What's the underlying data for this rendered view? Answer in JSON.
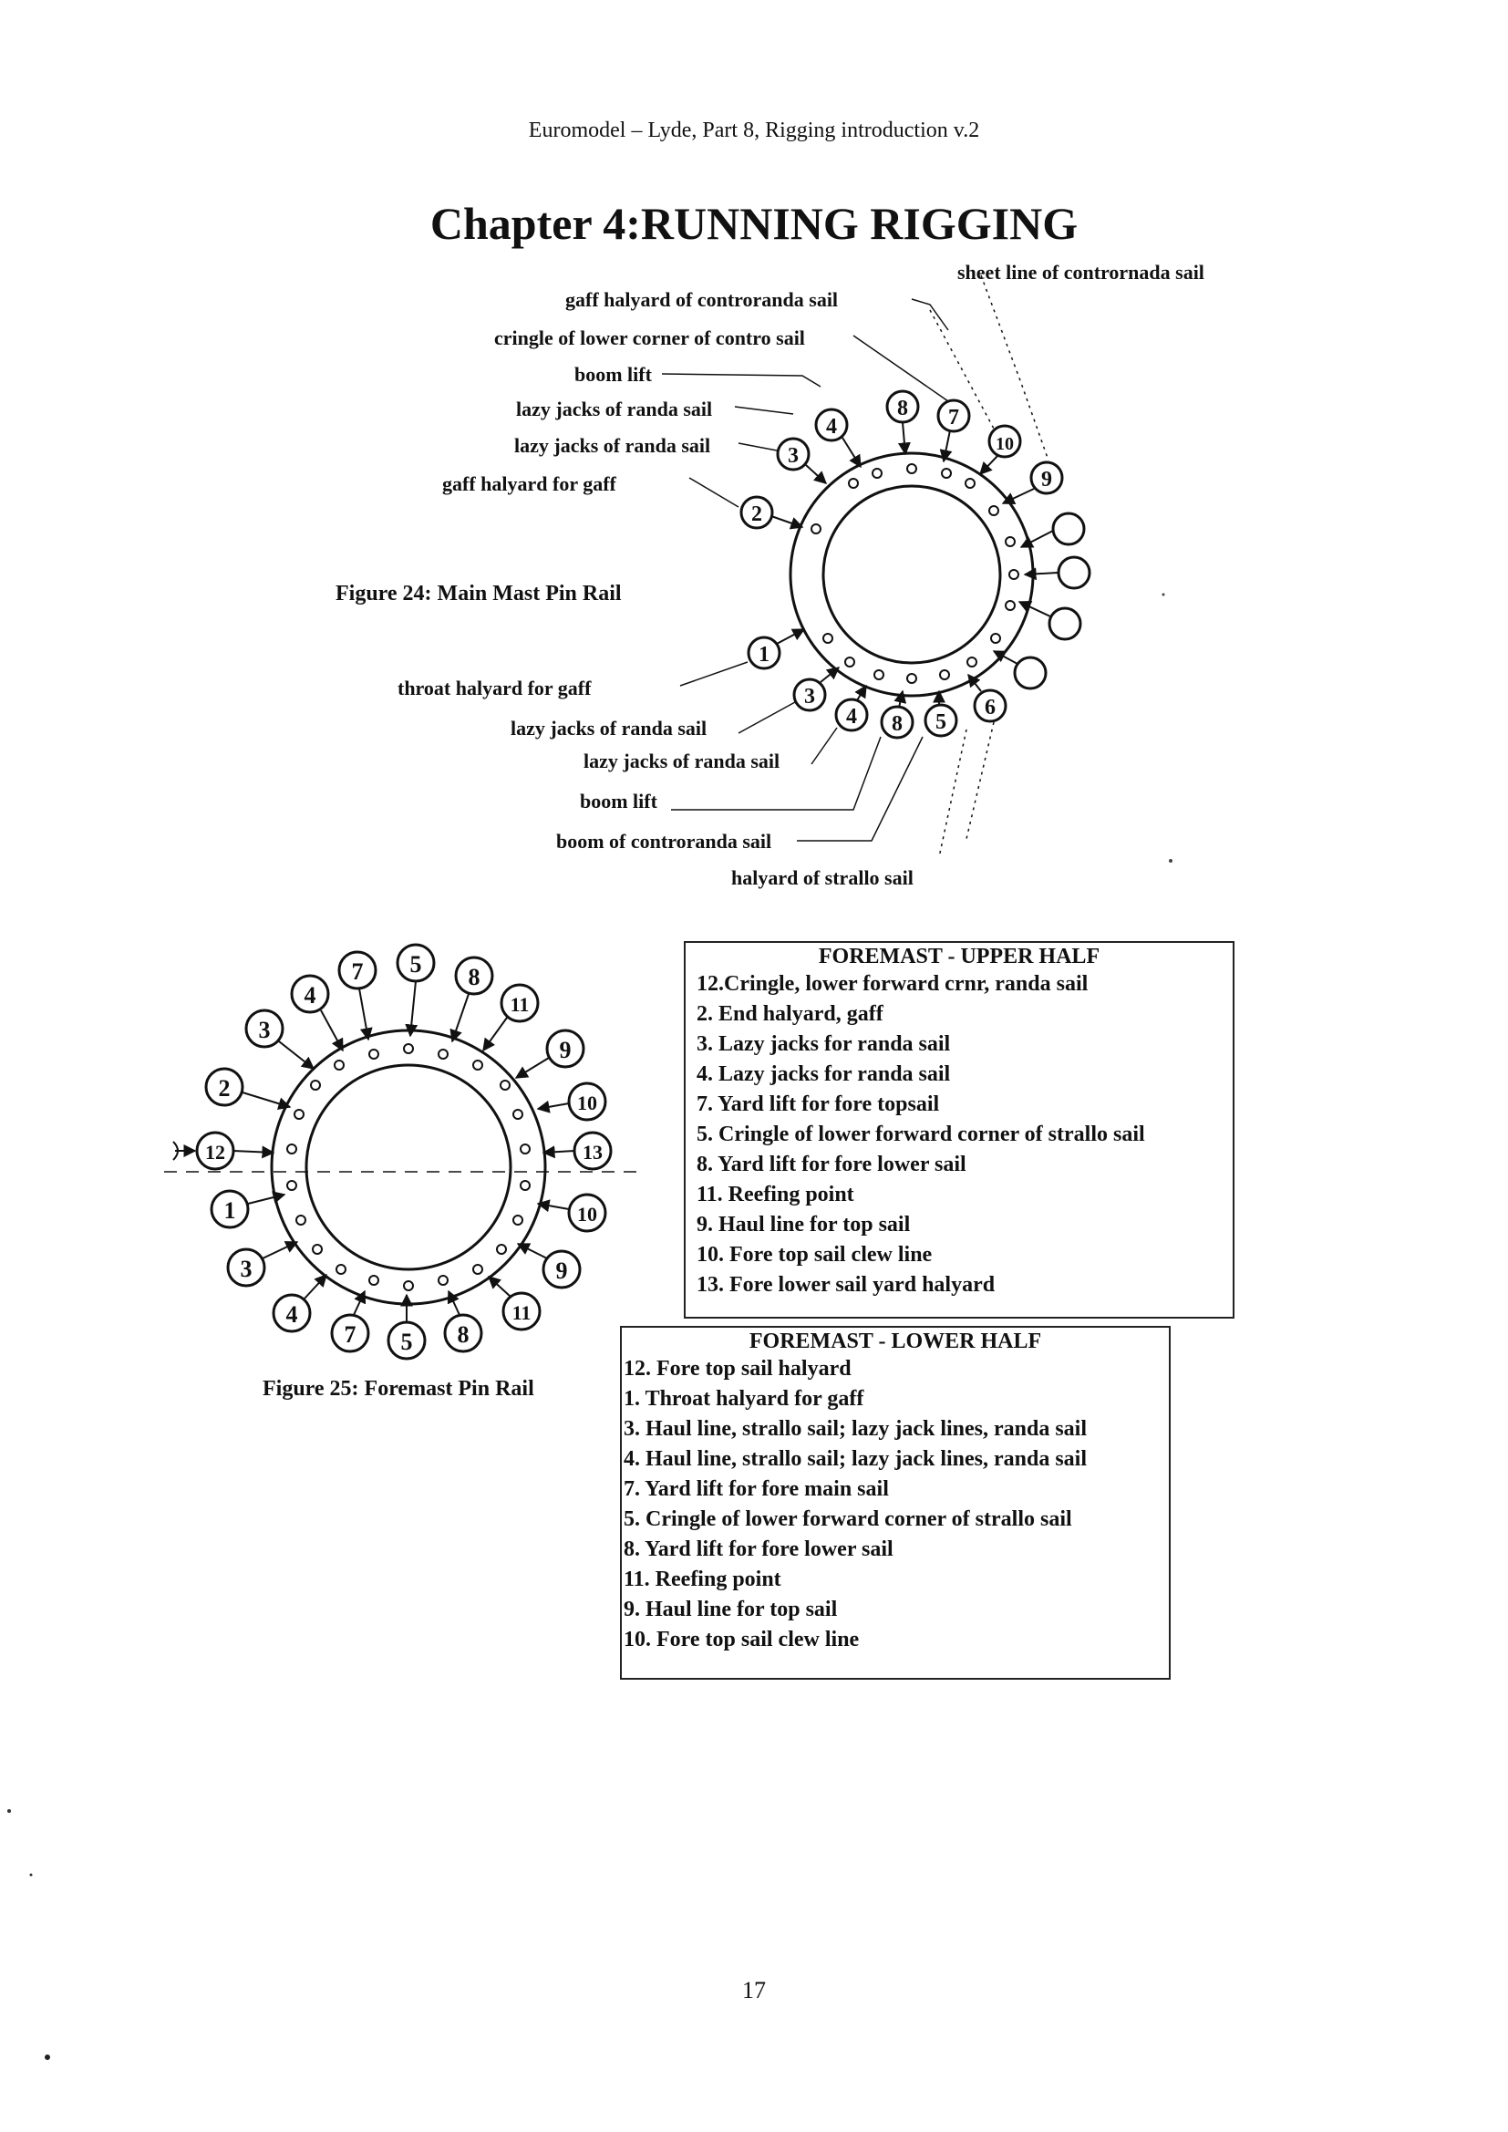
{
  "header": "Euromodel – Lyde, Part 8, Rigging introduction v.2",
  "chapter_title": "Chapter 4:RUNNING RIGGING",
  "figure24": {
    "caption": "Figure 24: Main Mast Pin Rail",
    "labels_top": [
      "sheet line of contrornada sail",
      "gaff halyard of controranda sail",
      "cringle of lower corner of contro sail",
      "boom lift",
      "lazy jacks of randa sail",
      "lazy jacks of randa sail",
      "gaff halyard for gaff"
    ],
    "labels_bottom": [
      "throat halyard for gaff",
      "lazy jacks of randa sail",
      "lazy jacks of randa sail",
      "boom lift",
      "boom of controranda sail",
      "halyard of strallo sail"
    ],
    "markers": [
      "8",
      "7",
      "4",
      "10",
      "3",
      "9",
      "2",
      "1",
      "3",
      "4",
      "8",
      "5",
      "6"
    ]
  },
  "figure25": {
    "caption": "Figure 25: Foremast Pin Rail",
    "markers": [
      "7",
      "5",
      "8",
      "4",
      "11",
      "3",
      "9",
      "2",
      "10",
      "12",
      "13",
      "1",
      "10",
      "3",
      "9",
      "4",
      "11",
      "7",
      "5",
      "8"
    ]
  },
  "upper_table": {
    "title": "FOREMAST - UPPER HALF",
    "rows": [
      "12.Cringle, lower forward crnr, randa sail",
      "2.  End halyard, gaff",
      "3.  Lazy jacks for randa sail",
      "4.  Lazy jacks for randa sail",
      "7.  Yard lift for fore topsail",
      "5.  Cringle of lower forward corner of strallo sail",
      "8.  Yard lift for fore lower sail",
      "11. Reefing point",
      "9.   Haul line for top sail",
      "10. Fore top sail clew line",
      "13. Fore lower sail yard halyard"
    ]
  },
  "lower_table": {
    "title": "FOREMAST - LOWER HALF",
    "rows": [
      "12. Fore top sail halyard",
      "1.  Throat halyard for gaff",
      "3.  Haul line, strallo sail; lazy jack lines, randa sail",
      "4.  Haul line, strallo sail; lazy jack lines, randa sail",
      "7.  Yard lift for fore main sail",
      "5.  Cringle of lower forward corner of strallo sail",
      "8.  Yard lift for fore lower sail",
      "11. Reefing point",
      "9.   Haul line for top sail",
      "10. Fore top sail clew line"
    ]
  },
  "page_number": "17"
}
